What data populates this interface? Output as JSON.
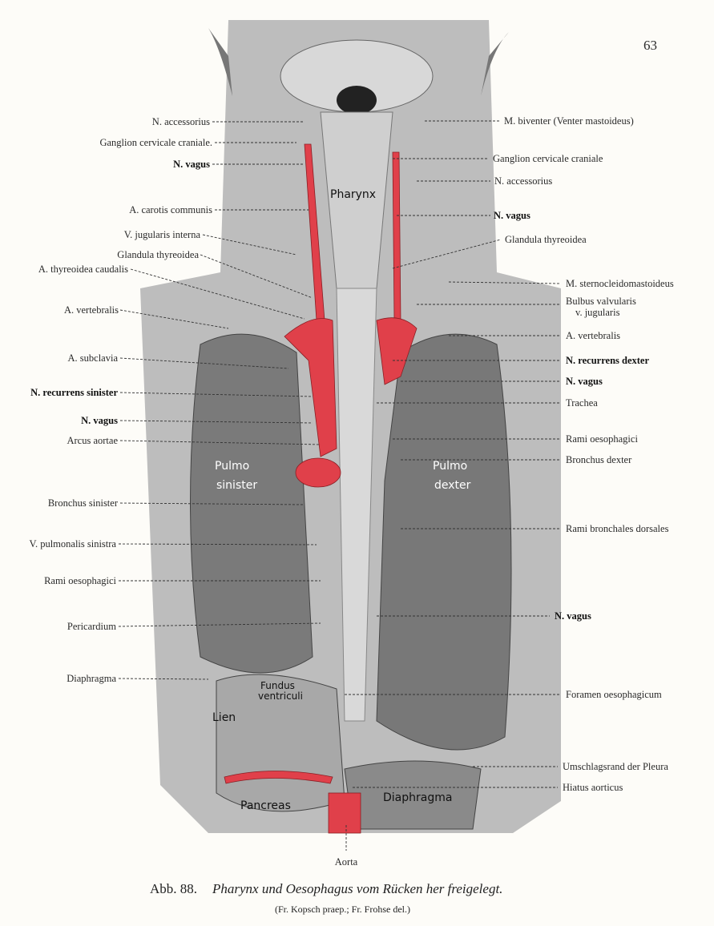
{
  "page_number": "63",
  "figure": {
    "inline_labels": {
      "pharynx": "Pharynx",
      "pulmo_sinister_1": "Pulmo",
      "pulmo_sinister_2": "sinister",
      "pulmo_dexter_1": "Pulmo",
      "pulmo_dexter_2": "dexter",
      "fundus_1": "Fundus",
      "fundus_2": "ventriculi",
      "lien": "Lien",
      "pancreas": "Pancreas",
      "diaphragma": "Diaphragma"
    },
    "left_labels": [
      "N. accessorius",
      "Ganglion cervicale craniale.",
      "N. vagus",
      "A. carotis communis",
      "V. jugularis interna",
      "Glandula thyreoidea",
      "A. thyreoidea caudalis",
      "A. vertebralis",
      "A. subclavia",
      "N. recurrens sinister",
      "N. vagus",
      "Arcus aortae",
      "Bronchus sinister",
      "V. pulmonalis sinistra",
      "Rami oesophagici",
      "Pericardium",
      "Diaphragma"
    ],
    "right_labels": [
      "M. biventer (Venter mastoideus)",
      "Ganglion cervicale craniale",
      "N. accessorius",
      "N. vagus",
      "Glandula thyreoidea",
      "M. sternocleidomastoideus",
      "Bulbus valvularis",
      "v. jugularis",
      "A. vertebralis",
      "N. recurrens dexter",
      "N. vagus",
      "Trachea",
      "Rami oesophagici",
      "Bronchus dexter",
      "Rami bronchales dorsales",
      "N. vagus",
      "Foramen oesophagicum",
      "Umschlagsrand der Pleura",
      "Hiatus aorticus"
    ],
    "bottom_label": "Aorta"
  },
  "caption": {
    "number": "Abb. 88.",
    "title": "Pharynx und Oesophagus vom Rücken her freigelegt.",
    "credit": "(Fr. Kopsch praep.; Fr. Frohse del.)"
  },
  "colors": {
    "artery": "#e0404a",
    "tissue": "#8d8d8d",
    "lung": "#6e6e6e"
  }
}
